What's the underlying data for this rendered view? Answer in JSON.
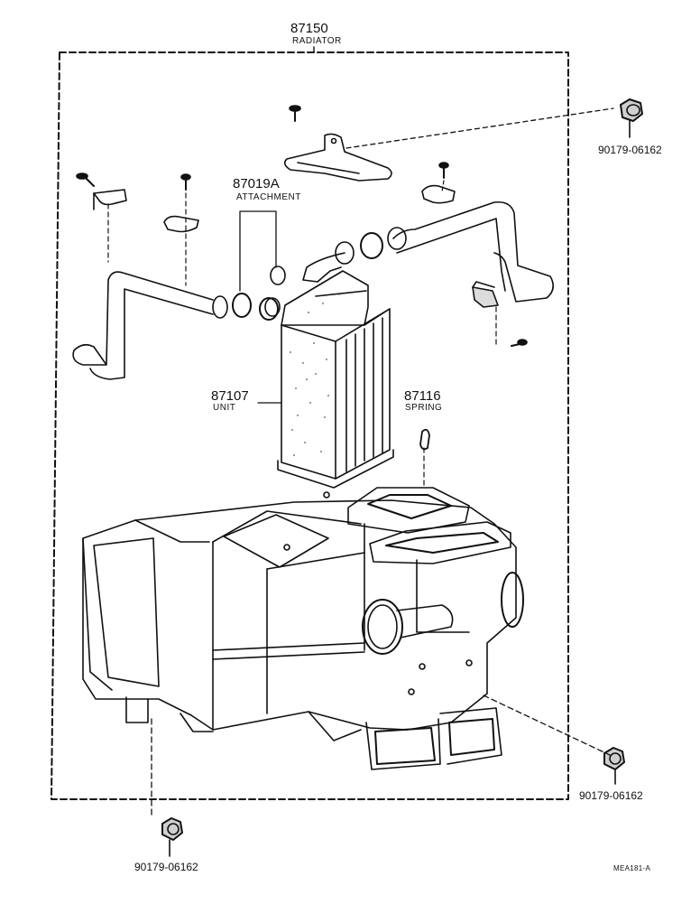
{
  "callouts": {
    "radiator": {
      "part_no": "87150",
      "name": "RADIATOR"
    },
    "attachment": {
      "part_no": "87019A",
      "name": "ATTACHMENT"
    },
    "unit": {
      "part_no": "87107",
      "name": "UNIT"
    },
    "spring": {
      "part_no": "87116",
      "name": "SPRING"
    },
    "nut_top_right": {
      "part_no": "90179-06162"
    },
    "nut_bottom_right": {
      "part_no": "90179-06162"
    },
    "nut_bottom_left": {
      "part_no": "90179-06162"
    }
  },
  "figure_code": "MEA181-A",
  "colors": {
    "ink": "#111111",
    "paper": "#ffffff",
    "stipple": "#555555"
  }
}
